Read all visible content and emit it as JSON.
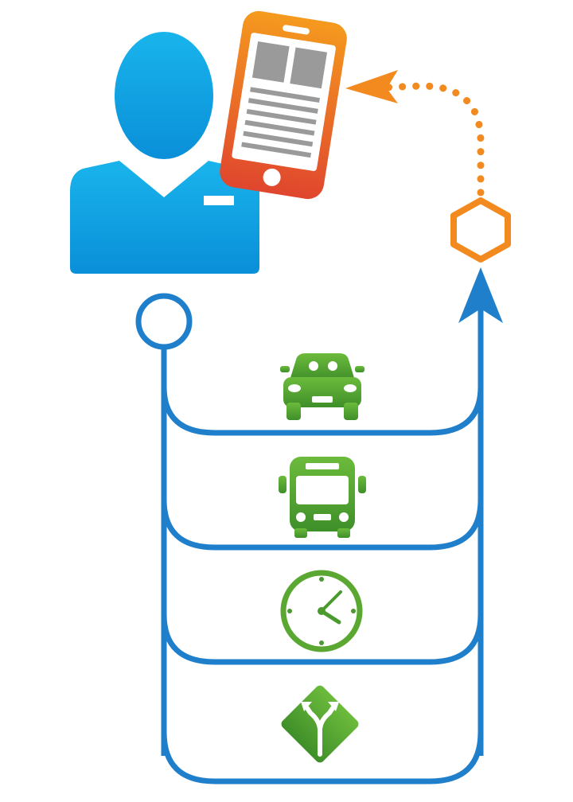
{
  "colors": {
    "background": "#ffffff",
    "user_blue": "#0a8fd8",
    "user_blue_light": "#19b4ec",
    "phone_orange": "#f07d1c",
    "phone_red": "#e0462e",
    "screen_gray": "#9a9a9a",
    "flow_blue": "#1f7fcb",
    "icon_green": "#5aa832",
    "icon_green_dark": "#3f8f2a",
    "node_orange": "#f28a1f"
  },
  "icons": {
    "user": "user-icon",
    "phone": "smartphone-icon",
    "dotted_arrow": "dotted-arrow-icon",
    "hexagon": "hexagon-icon",
    "start_node": "start-circle-icon",
    "upward_arrow": "arrow-up-icon",
    "car": "car-icon",
    "bus": "bus-icon",
    "clock": "clock-icon",
    "route": "route-fork-sign-icon"
  },
  "option_rows": [
    {
      "name": "car-option",
      "icon": "car-icon"
    },
    {
      "name": "bus-option",
      "icon": "bus-icon"
    },
    {
      "name": "time-option",
      "icon": "clock-icon"
    },
    {
      "name": "route-option",
      "icon": "route-fork-sign-icon"
    }
  ]
}
